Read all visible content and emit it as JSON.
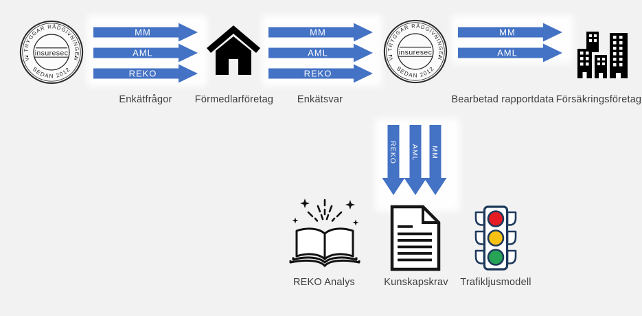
{
  "background_color": "#f2f2f2",
  "colors": {
    "arrow_blue": "#4472c4",
    "icon_black": "#000000",
    "traffic_outline": "#1e3a5c",
    "light_red": "#e51c23",
    "light_amber": "#f9c213",
    "light_green": "#27a356",
    "label_gray": "#3c3c3c"
  },
  "seal": {
    "ring_text": "VI TRYGGAR RÅDGIVNINGEN",
    "center_text": "insuresec",
    "bottom_text": "SEDAN 2012"
  },
  "top_flow": {
    "enkatfragor": {
      "label": "Enkätfrågor",
      "arrows": [
        "MM",
        "AML",
        "REKO"
      ]
    },
    "formedlarforetag": {
      "label": "Förmedlarföretag",
      "icon": "house-icon"
    },
    "enkatsvar": {
      "label": "Enkätsvar",
      "arrows": [
        "MM",
        "AML",
        "REKO"
      ]
    },
    "bearbetad": {
      "label": "Bearbetad rapportdata",
      "arrows": [
        "MM",
        "AML"
      ]
    },
    "forsakringsforetag": {
      "label": "Försäkringsföretag",
      "icon": "buildings-icon"
    }
  },
  "down_flow": {
    "arrows": [
      "REKO",
      "AML",
      "MM"
    ]
  },
  "outputs": {
    "reko_analys": {
      "label": "REKO Analys",
      "icon": "open-book-sparkles-icon"
    },
    "kunskapskrav": {
      "label": "Kunskapskrav",
      "icon": "document-icon"
    },
    "trafikljusmodell": {
      "label": "Trafikljusmodell",
      "icon": "traffic-light-icon"
    }
  }
}
